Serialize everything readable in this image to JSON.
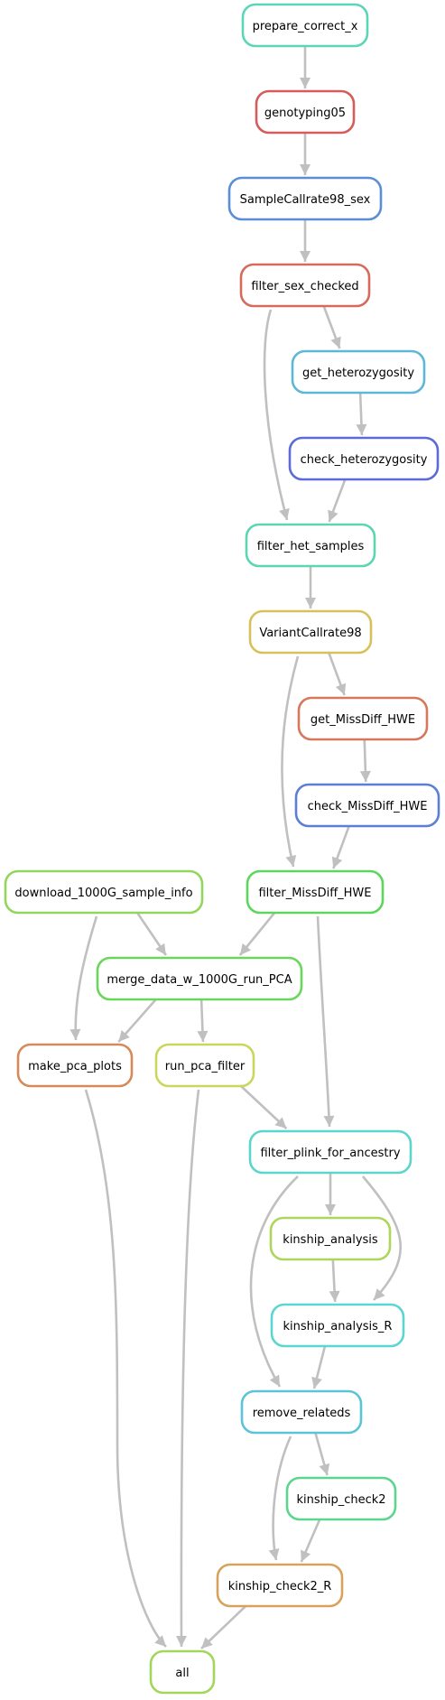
{
  "nodes": [
    {
      "id": "prepare_correct_x",
      "label": "prepare_correct_x",
      "color": "#5cd6b8"
    },
    {
      "id": "genotyping05",
      "label": "genotyping05",
      "color": "#d65c5c"
    },
    {
      "id": "SampleCallrate98_sex",
      "label": "SampleCallrate98_sex",
      "color": "#5c8ed6"
    },
    {
      "id": "filter_sex_checked",
      "label": "filter_sex_checked",
      "color": "#d66b5c"
    },
    {
      "id": "get_heterozygosity",
      "label": "get_heterozygosity",
      "color": "#5cb8d6"
    },
    {
      "id": "check_heterozygosity",
      "label": "check_heterozygosity",
      "color": "#5c6bd6"
    },
    {
      "id": "filter_het_samples",
      "label": "filter_het_samples",
      "color": "#5cd6b0"
    },
    {
      "id": "VariantCallrate98",
      "label": "VariantCallrate98",
      "color": "#d6c25c"
    },
    {
      "id": "get_MissDiff_HWE",
      "label": "get_MissDiff_HWE",
      "color": "#d6785c"
    },
    {
      "id": "check_MissDiff_HWE",
      "label": "check_MissDiff_HWE",
      "color": "#5c7fd6"
    },
    {
      "id": "download_1000G_sample_info",
      "label": "download_1000G_sample_info",
      "color": "#92d65c"
    },
    {
      "id": "filter_MissDiff_HWE",
      "label": "filter_MissDiff_HWE",
      "color": "#5cd65c"
    },
    {
      "id": "merge_data_w_1000G_run_PCA",
      "label": "merge_data_w_1000G_run_PCA",
      "color": "#6bd65c"
    },
    {
      "id": "make_pca_plots",
      "label": "make_pca_plots",
      "color": "#d68a5c"
    },
    {
      "id": "run_pca_filter",
      "label": "run_pca_filter",
      "color": "#cad65c"
    },
    {
      "id": "filter_plink_for_ancestry",
      "label": "filter_plink_for_ancestry",
      "color": "#5cd6cc"
    },
    {
      "id": "kinship_analysis",
      "label": "kinship_analysis",
      "color": "#add65c"
    },
    {
      "id": "kinship_analysis_R",
      "label": "kinship_analysis_R",
      "color": "#5cd6d0"
    },
    {
      "id": "remove_relateds",
      "label": "remove_relateds",
      "color": "#5cc4d6"
    },
    {
      "id": "kinship_check2",
      "label": "kinship_check2",
      "color": "#5cd68e"
    },
    {
      "id": "kinship_check2_R",
      "label": "kinship_check2_R",
      "color": "#d6a25c"
    },
    {
      "id": "all",
      "label": "all",
      "color": "#a2d65c"
    }
  ],
  "edges": [
    [
      "prepare_correct_x",
      "genotyping05"
    ],
    [
      "genotyping05",
      "SampleCallrate98_sex"
    ],
    [
      "SampleCallrate98_sex",
      "filter_sex_checked"
    ],
    [
      "filter_sex_checked",
      "get_heterozygosity"
    ],
    [
      "filter_sex_checked",
      "filter_het_samples"
    ],
    [
      "get_heterozygosity",
      "check_heterozygosity"
    ],
    [
      "check_heterozygosity",
      "filter_het_samples"
    ],
    [
      "filter_het_samples",
      "VariantCallrate98"
    ],
    [
      "VariantCallrate98",
      "get_MissDiff_HWE"
    ],
    [
      "VariantCallrate98",
      "filter_MissDiff_HWE"
    ],
    [
      "get_MissDiff_HWE",
      "check_MissDiff_HWE"
    ],
    [
      "check_MissDiff_HWE",
      "filter_MissDiff_HWE"
    ],
    [
      "download_1000G_sample_info",
      "merge_data_w_1000G_run_PCA"
    ],
    [
      "download_1000G_sample_info",
      "make_pca_plots"
    ],
    [
      "filter_MissDiff_HWE",
      "merge_data_w_1000G_run_PCA"
    ],
    [
      "filter_MissDiff_HWE",
      "filter_plink_for_ancestry"
    ],
    [
      "merge_data_w_1000G_run_PCA",
      "make_pca_plots"
    ],
    [
      "merge_data_w_1000G_run_PCA",
      "run_pca_filter"
    ],
    [
      "run_pca_filter",
      "filter_plink_for_ancestry"
    ],
    [
      "run_pca_filter",
      "all"
    ],
    [
      "make_pca_plots",
      "all"
    ],
    [
      "filter_plink_for_ancestry",
      "kinship_analysis"
    ],
    [
      "filter_plink_for_ancestry",
      "kinship_analysis_R"
    ],
    [
      "filter_plink_for_ancestry",
      "remove_relateds"
    ],
    [
      "kinship_analysis",
      "kinship_analysis_R"
    ],
    [
      "kinship_analysis_R",
      "remove_relateds"
    ],
    [
      "remove_relateds",
      "kinship_check2"
    ],
    [
      "remove_relateds",
      "kinship_check2_R"
    ],
    [
      "kinship_check2",
      "kinship_check2_R"
    ],
    [
      "kinship_check2_R",
      "all"
    ]
  ]
}
